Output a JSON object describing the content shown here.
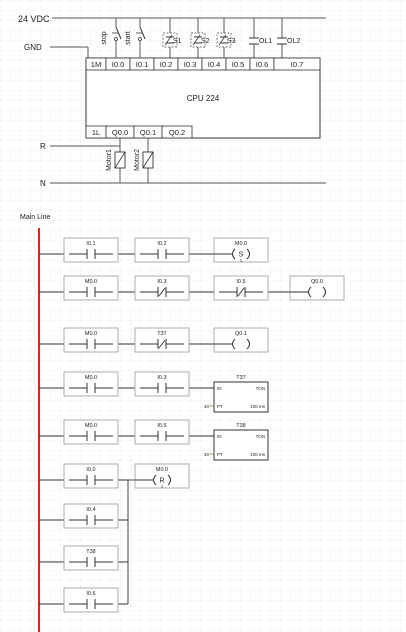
{
  "wiring": {
    "supply_label": "24 VDC",
    "gnd_label": "GND",
    "r_label": "R",
    "n_label": "N",
    "buttons": [
      {
        "label": "stop",
        "type": "nc"
      },
      {
        "label": "start",
        "type": "no"
      }
    ],
    "sensors": [
      "S1",
      "S2",
      "S3"
    ],
    "overloads": [
      "OL1",
      "OL2"
    ],
    "plc": {
      "name": "CPU 224",
      "inputs": [
        "1M",
        "I0.0",
        "I0.1",
        "I0.2",
        "I0.3",
        "I0.4",
        "I0.5",
        "I0.6",
        "I0.7"
      ],
      "outputs": [
        "1L",
        "Q0.0",
        "Q0.1",
        "Q0.2"
      ]
    },
    "motors": [
      "Motor1",
      "Motor2"
    ]
  },
  "ladder": {
    "main_line_label": "Main Line",
    "rungs": [
      {
        "contacts": [
          {
            "label": "I0.1",
            "type": "no"
          },
          {
            "label": "I0.2",
            "type": "no"
          }
        ],
        "output": {
          "kind": "coil",
          "label": "M0.0",
          "mark": "S",
          "sub": "1"
        }
      },
      {
        "contacts": [
          {
            "label": "M0.0",
            "type": "no"
          },
          {
            "label": "I0.3",
            "type": "nc"
          },
          {
            "label": "I0.5",
            "type": "nc"
          }
        ],
        "output": {
          "kind": "coil",
          "label": "Q0.0",
          "mark": "",
          "sub": ""
        }
      },
      {
        "contacts": [
          {
            "label": "M0.0",
            "type": "no"
          },
          {
            "label": "T37",
            "type": "nc"
          }
        ],
        "output": {
          "kind": "coil",
          "label": "Q0.1",
          "mark": "",
          "sub": ""
        }
      },
      {
        "contacts": [
          {
            "label": "M0.0",
            "type": "no"
          },
          {
            "label": "I0.3",
            "type": "no"
          }
        ],
        "output": {
          "kind": "timer",
          "label": "T37",
          "type_label": "TON",
          "in_label": "IN",
          "pt_label": "PT",
          "pt_value": "40",
          "unit": "100 ms"
        }
      },
      {
        "contacts": [
          {
            "label": "M0.0",
            "type": "no"
          },
          {
            "label": "I0.5",
            "type": "no"
          }
        ],
        "output": {
          "kind": "timer",
          "label": "T38",
          "type_label": "TON",
          "in_label": "IN",
          "pt_label": "PT",
          "pt_value": "40",
          "unit": "100 ms"
        }
      }
    ],
    "reset_rung": {
      "contacts": [
        {
          "label": "I0.0",
          "type": "no"
        },
        {
          "label": "I0.4",
          "type": "no"
        },
        {
          "label": "T38",
          "type": "no"
        },
        {
          "label": "I0.6",
          "type": "no"
        }
      ],
      "output": {
        "kind": "coil",
        "label": "M0.0",
        "mark": "R",
        "sub": "1"
      }
    }
  }
}
